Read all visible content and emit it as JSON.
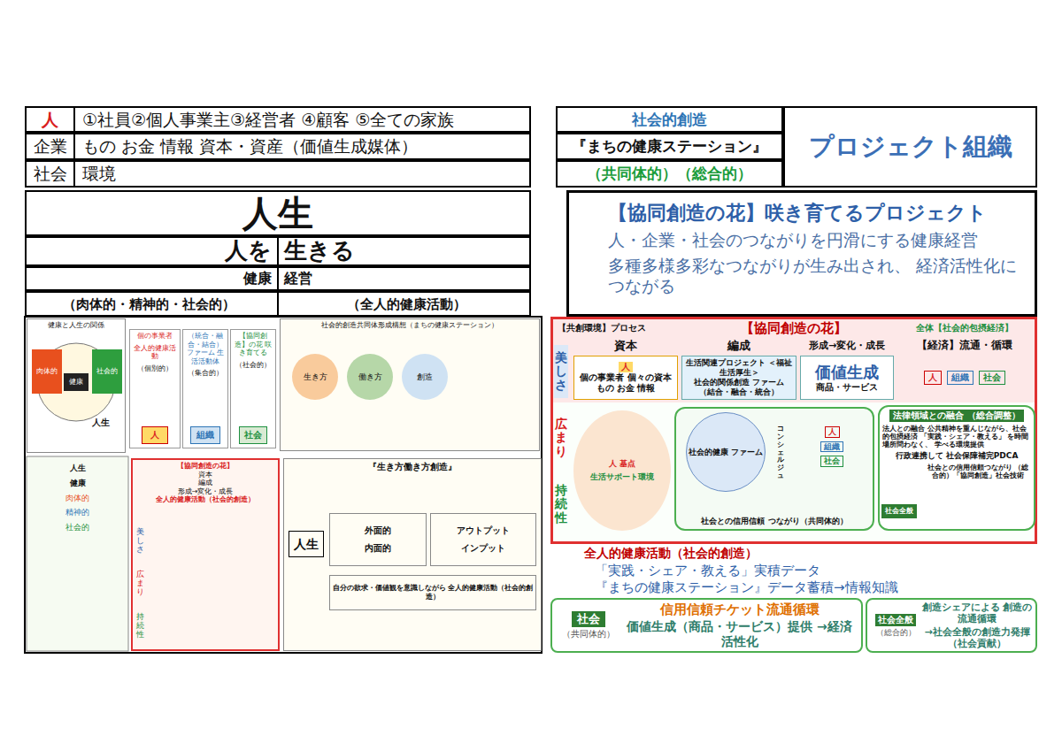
{
  "diagram": {
    "nodes": [
      {
        "text": [
          "人",
          "①社員②個人事業主③経営者 ④顧客 ⑤全ての家族"
        ]
      },
      {
        "text": [
          "企業",
          "もの お金 情報 資本・資産（価値生成媒体）"
        ]
      },
      {
        "text": [
          "社会",
          "環境"
        ]
      },
      {
        "text": [
          "社会的創造"
        ]
      },
      {
        "text": [
          "『まちの健康ステーション』"
        ]
      },
      {
        "text": [
          "（共同体的）（総合的）"
        ]
      },
      {
        "text": [
          "プロジェクト組織"
        ]
      },
      {
        "text": [
          "人生"
        ]
      },
      {
        "text": [
          "人を",
          "生きる"
        ]
      },
      {
        "text": [
          "健康",
          "経営"
        ]
      },
      {
        "text": [
          "（肉体的・精神的・社会的）",
          "（全人的健康活動）"
        ]
      },
      {
        "text": [
          "【協同創造の花】咲き育てるプロジェクト",
          "人・企業・社会のつながりを円滑にする健康経営",
          "多種多様多彩なつながりが生み出され、 経済活性化につながる"
        ]
      },
      {
        "text": [
          "健康と人生の関係"
        ]
      },
      {
        "text": [
          "肉体的"
        ],
        "in": 12
      },
      {
        "text": [
          "社会的"
        ],
        "in": 12
      },
      {
        "text": [
          "健康"
        ],
        "in": 12
      },
      {
        "text": [
          "人生"
        ],
        "in": 12
      },
      {
        "text": [
          "個の事業者",
          "全人的健康活動",
          "（個別的）"
        ]
      },
      {
        "text": [
          "人"
        ],
        "in": 17
      },
      {
        "text": [
          "（統合・融合・結合） ファーム 生活活動体",
          "（集合的）"
        ]
      },
      {
        "text": [
          "組織"
        ],
        "in": 19
      },
      {
        "text": [
          "【協同創造】の花 咲き育てる",
          "（社会的）"
        ]
      },
      {
        "text": [
          "社会"
        ],
        "in": 21
      },
      {
        "text": [
          "社会的創造共同体形成構想（まちの健康ステーション）"
        ]
      },
      {
        "text": [
          "生き方"
        ],
        "in": 23
      },
      {
        "text": [
          "働き方"
        ],
        "in": 23
      },
      {
        "text": [
          "創造"
        ],
        "in": 23
      },
      {
        "text": [
          "人生",
          "健康",
          "肉体的",
          "精神的",
          "社会的"
        ]
      },
      {
        "text": [
          "【協同創造の花】",
          "資本",
          "編成",
          "形成→変化・成長",
          "全人的健康活動（社会的創造）"
        ]
      },
      {
        "text": [
          "美しさ"
        ],
        "in": 28
      },
      {
        "text": [
          "広まり"
        ],
        "in": 28
      },
      {
        "text": [
          "持続性"
        ],
        "in": 28
      },
      {
        "text": [
          "『生き方働き方創造』"
        ]
      },
      {
        "text": [
          "人生"
        ],
        "in": 32
      },
      {
        "text": [
          "外面的",
          "内面的"
        ],
        "in": 32
      },
      {
        "text": [
          "アウトプット",
          "インプット"
        ],
        "in": 32
      },
      {
        "text": [
          "自分の欲求・価値観を意識しながら 全人的健康活動（社会的創造）"
        ],
        "in": 32
      },
      {
        "text": [
          "【協同創造の花】"
        ]
      },
      {
        "text": [
          "美しさ"
        ],
        "in": 37
      },
      {
        "text": [
          "広まり"
        ],
        "in": 37
      },
      {
        "text": [
          "持続性"
        ],
        "in": 37
      },
      {
        "text": [
          "【共創環境】プロセス"
        ],
        "in": 37
      },
      {
        "text": [
          "全体【社会的包摂経済】"
        ],
        "in": 37
      },
      {
        "text": [
          "資本"
        ],
        "in": 37
      },
      {
        "text": [
          "編成"
        ],
        "in": 37
      },
      {
        "text": [
          "形成→変化・成長"
        ],
        "in": 37
      },
      {
        "text": [
          "【経済】流通・循環"
        ],
        "in": 37
      },
      {
        "text": [
          "人",
          "個の事業者 個々の資本",
          "もの お金 情報"
        ],
        "in": 37
      },
      {
        "text": [
          "生活関連プロジェクト ＜福祉生活厚生＞",
          "社会的関係創造 ファーム",
          "（結合・融合・統合）"
        ],
        "in": 37
      },
      {
        "text": [
          "価値生成",
          "商品・サービス"
        ],
        "in": 37
      },
      {
        "text": [
          "人",
          "組織",
          "社会"
        ],
        "in": 37
      },
      {
        "text": [
          "人 基点",
          "生活サポート環境"
        ],
        "in": 37
      },
      {
        "text": [
          "社会との信用信頼 つながり（共同体的）"
        ],
        "in": 37
      },
      {
        "text": [
          "社会的健康 ファーム"
        ],
        "in": 52
      },
      {
        "text": [
          "コンシェルジュ"
        ],
        "in": 52
      },
      {
        "text": [
          "人",
          "組織",
          "社会"
        ],
        "in": 52
      },
      {
        "text": [
          "法律領域との融合 （総合調整）",
          "法人との融合 公共精神を重んじながら、社会的包摂経済 「実践・シェア・教える」 を時間場所問わなく、 学べる環境提供",
          "行政連携して 社会保障補完PDCA",
          "社会との信用信頼つながり （総合的）「協同創造」社会技術"
        ],
        "in": 37
      },
      {
        "text": [
          "社会全般"
        ],
        "in": 56
      },
      {
        "text": [
          "社会",
          "（共同体的）",
          "信用信頼チケット流通循環",
          "価値生成（商品・サービス）提供 →経済活性化"
        ]
      },
      {
        "text": [
          "社会全般",
          "（総合的）",
          "創造シェアによる 創造の流通循環",
          "→社会全般の創造力発揮 （社会貢献）"
        ]
      }
    ],
    "edges": [
      {
        "from": 0,
        "to": 3,
        "arrow": "to"
      },
      {
        "from": 1,
        "to": 4,
        "arrow": "to"
      },
      {
        "from": 2,
        "to": 5,
        "arrow": "to"
      },
      {
        "from": 9,
        "to": 11,
        "arrow": "to"
      },
      {
        "from": 28,
        "to": 37,
        "arrow": "to"
      },
      {
        "from": 37,
        "to": 58,
        "arrow": "to"
      },
      {
        "from": 37,
        "to": 59,
        "arrow": "to"
      }
    ],
    "labels": [
      "全人的健康活動（社会的創造）",
      "「実践・シェア・教える」実積データ",
      "『まちの健康ステーション』データ蓄積→情報知識"
    ]
  }
}
